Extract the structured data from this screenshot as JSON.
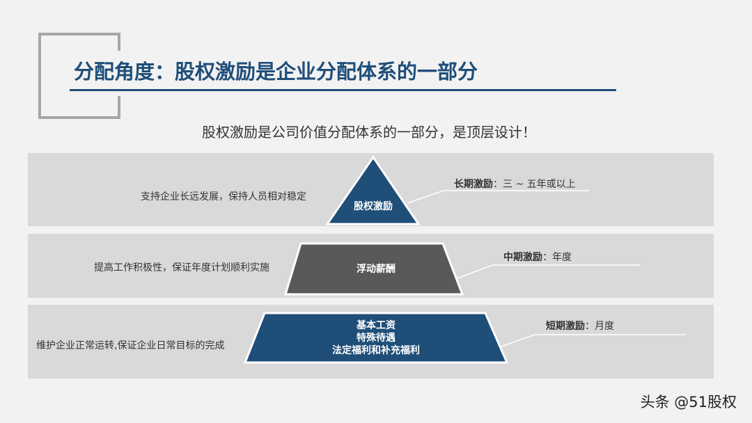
{
  "title": "分配角度：股权激励是企业分配体系的一部分",
  "subtitle": "股权激励是公司价值分配体系的一部分，是顶层设计！",
  "tiers": [
    {
      "name": "股权激励",
      "left_text": "支持企业长远发展，保持人员相对稳定",
      "term": "长期激励",
      "period": "：三 ~ 五年或以上",
      "color": "#1f4e79"
    },
    {
      "name": "浮动薪酬",
      "left_text": "提高工作积极性，保证年度计划顺利实施",
      "term": "中期激励",
      "period": "：年度",
      "color": "#595959"
    },
    {
      "name_lines": [
        "基本工资",
        "特殊待遇",
        "法定福利和补充福利"
      ],
      "left_text": "维护企业正常运转,保证企业日常目标的完成",
      "term": "短期激励",
      "period": "：月度",
      "color": "#1f4e79"
    }
  ],
  "watermark": "头条 @51股权"
}
